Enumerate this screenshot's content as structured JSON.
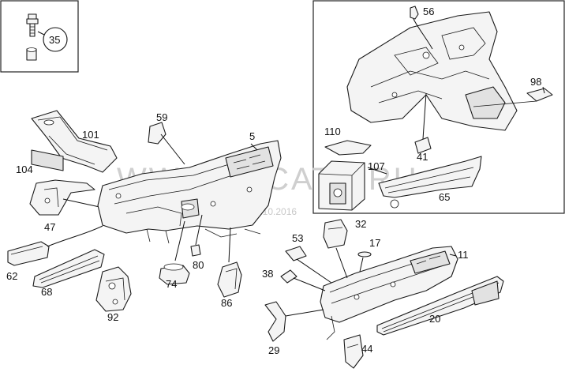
{
  "watermark": {
    "text": "WWW.ELCATS.RU",
    "date": "06.10.2016"
  },
  "callouts": {
    "c35": "35",
    "c56": "56",
    "c98": "98",
    "c110": "110",
    "c107": "107",
    "c41": "41",
    "c65": "65",
    "c101": "101",
    "c59": "59",
    "c5": "5",
    "c104": "104",
    "c47": "47",
    "c62": "62",
    "c68": "68",
    "c92": "92",
    "c74": "74",
    "c80": "80",
    "c86": "86",
    "c32": "32",
    "c53": "53",
    "c17": "17",
    "c11": "11",
    "c38": "38",
    "c20": "20",
    "c29": "29",
    "c44": "44"
  }
}
